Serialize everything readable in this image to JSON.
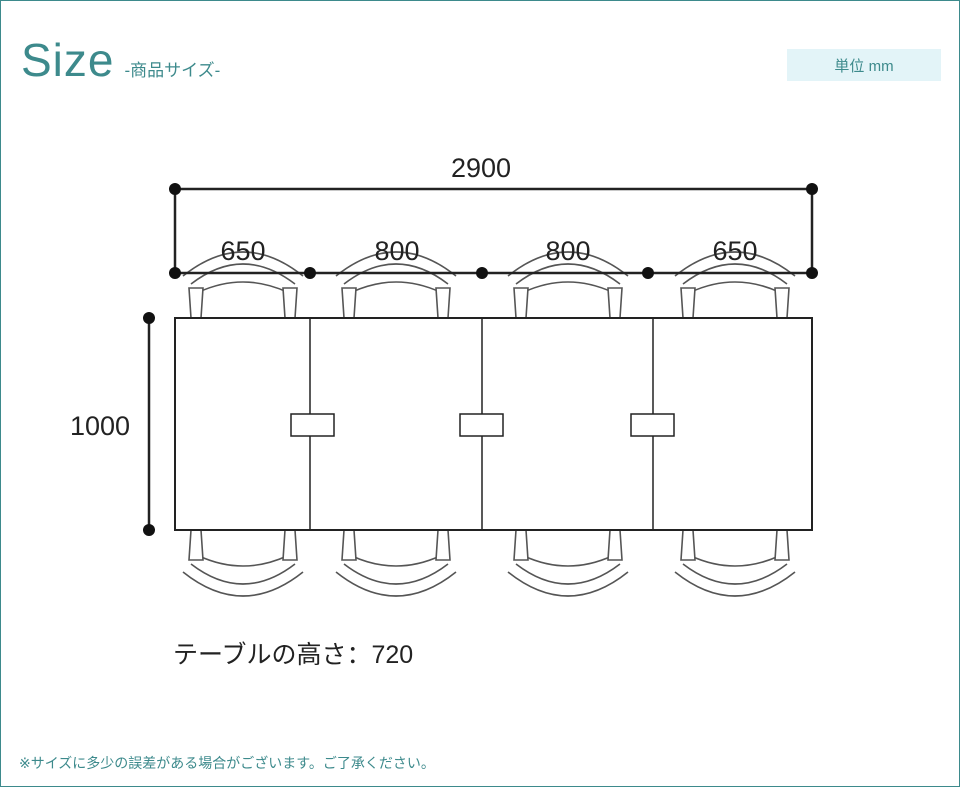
{
  "header": {
    "title": "Size",
    "subtitle": "-商品サイズ-",
    "unit": "単位 mm"
  },
  "dimensions": {
    "total_width": "2900",
    "segments": [
      "650",
      "800",
      "800",
      "650"
    ],
    "depth": "1000"
  },
  "table_height": "テーブルの高さ：720",
  "footnote": "※サイズに多少の誤差がある場合がございます。ご了承ください。",
  "colors": {
    "accent": "#3d8a8c",
    "badge_bg": "#e3f4f8",
    "line": "#222222",
    "chair": "#555555"
  }
}
